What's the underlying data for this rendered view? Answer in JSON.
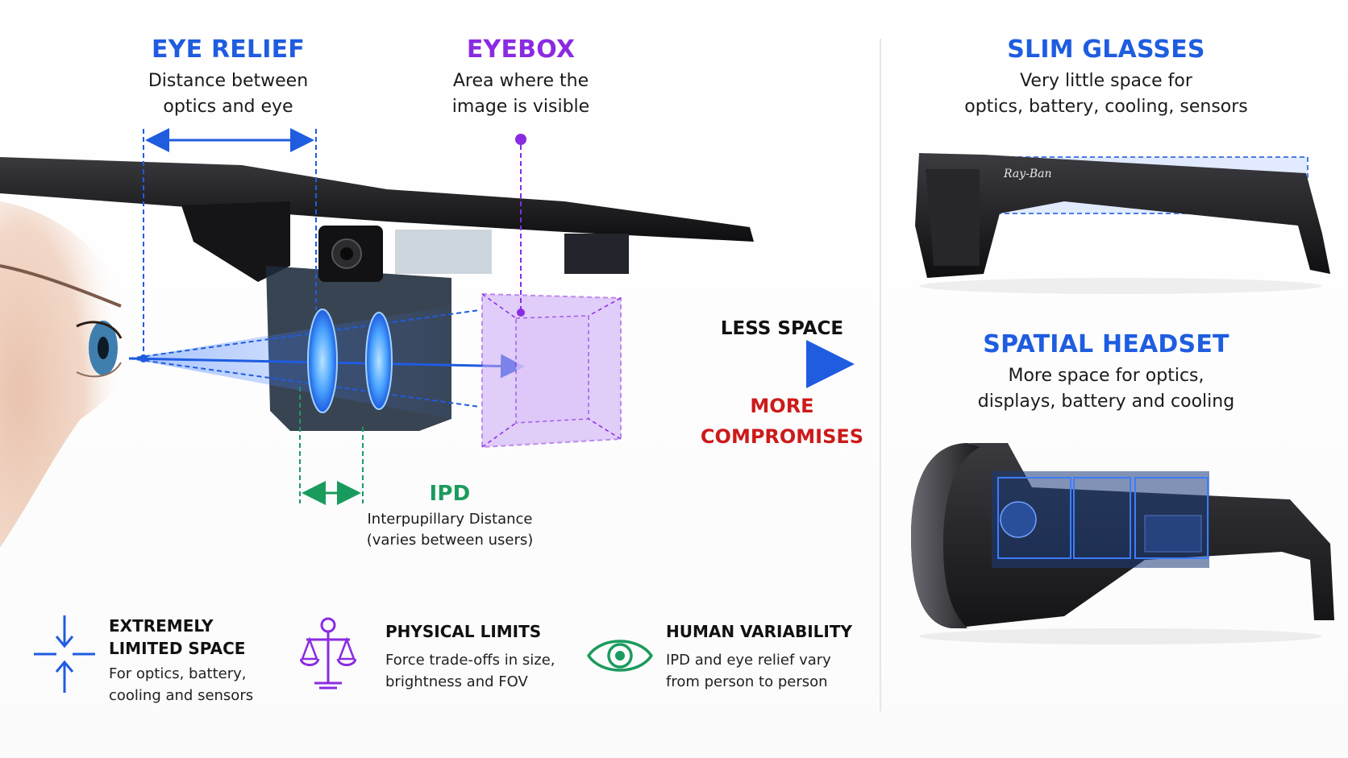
{
  "colors": {
    "blue": "#1f5ce0",
    "purple": "#8a2be2",
    "green": "#1a9b5e",
    "red": "#cc1a1a",
    "dark": "#111111"
  },
  "eye_relief": {
    "title": "EYE RELIEF",
    "line1": "Distance between",
    "line2": "optics and eye"
  },
  "eyebox": {
    "title": "EYEBOX",
    "line1": "Area where the",
    "line2": "image is visible"
  },
  "ipd": {
    "title": "IPD",
    "line1": "Interpupillary Distance",
    "line2": "(varies between users)"
  },
  "middle": {
    "less_space": "LESS SPACE",
    "more": "MORE",
    "compromises": "COMPROMISES"
  },
  "slim_glasses": {
    "title": "SLIM GLASSES",
    "line1": "Very little space for",
    "line2": "optics, battery, cooling, sensors",
    "brand_mark": "Ray-Ban"
  },
  "spatial_headset": {
    "title": "SPATIAL HEADSET",
    "line1": "More space for optics,",
    "line2": "displays, battery and cooling"
  },
  "features": [
    {
      "icon": "compress-arrows-icon",
      "title1": "EXTREMELY",
      "title2": "LIMITED SPACE",
      "desc1": "For optics, battery,",
      "desc2": "cooling and sensors"
    },
    {
      "icon": "balance-scale-icon",
      "title1": "PHYSICAL LIMITS",
      "desc1": "Force trade-offs in size,",
      "desc2": "brightness and FOV"
    },
    {
      "icon": "eye-icon",
      "title1": "HUMAN VARIABILITY",
      "desc1": "IPD and eye relief vary",
      "desc2": "from person to person"
    }
  ]
}
